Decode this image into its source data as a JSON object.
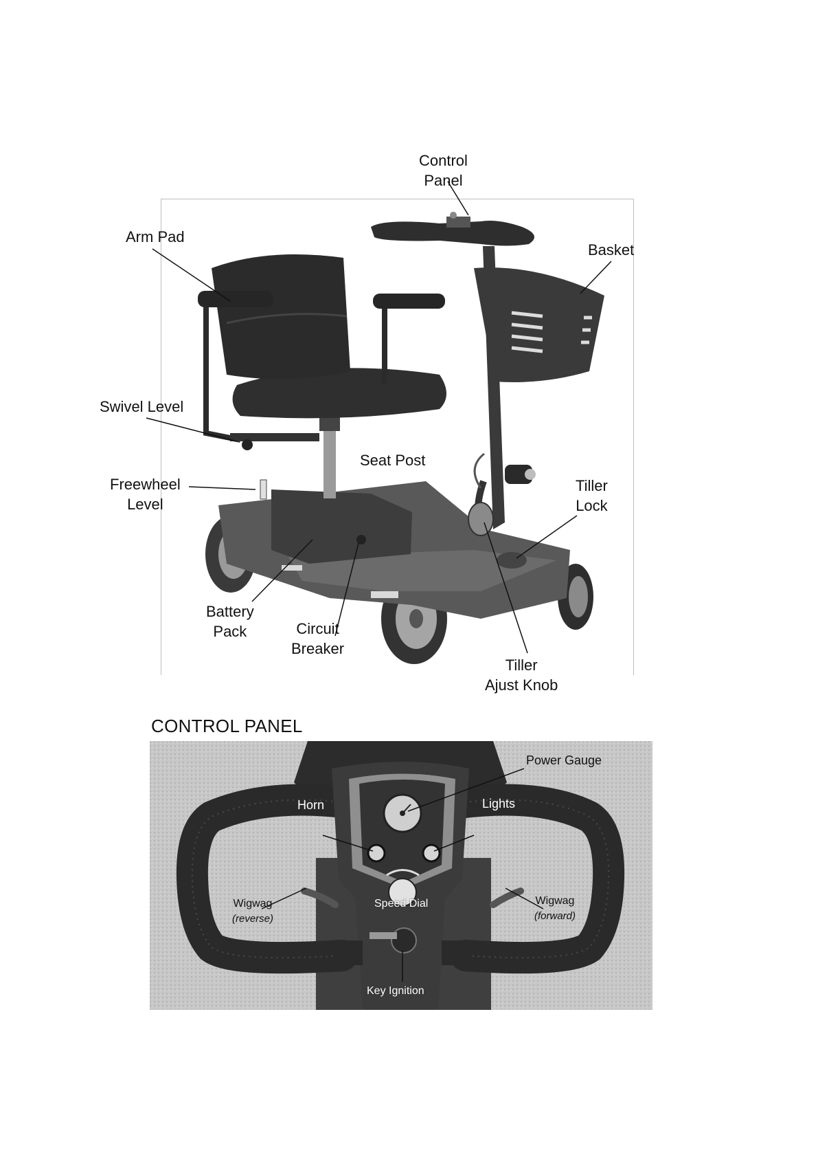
{
  "scooter_diagram": {
    "labels": {
      "control_panel": [
        "Control",
        "Panel"
      ],
      "arm_pad": "Arm Pad",
      "basket": "Basket",
      "swivel_level": "Swivel Level",
      "seat_post": "Seat Post",
      "freewheel_level": [
        "Freewheel",
        "Level"
      ],
      "tiller_lock": [
        "Tiller",
        "Lock"
      ],
      "battery_pack": [
        "Battery",
        "Pack"
      ],
      "circuit_breaker": [
        "Circuit",
        "Breaker"
      ],
      "tiller_adjust_knob": [
        "Tiller",
        "Ajust Knob"
      ]
    }
  },
  "control_panel_section": {
    "heading": "CONTROL PANEL",
    "labels": {
      "power_gauge": "Power Gauge",
      "horn": "Horn",
      "lights": "Lights",
      "speed_dial": "Speed Dial",
      "wigwag_reverse": [
        "Wigwag",
        "(reverse)"
      ],
      "wigwag_forward": [
        "Wigwag",
        "(forward)"
      ],
      "key_ignition": "Key Ignition"
    }
  }
}
